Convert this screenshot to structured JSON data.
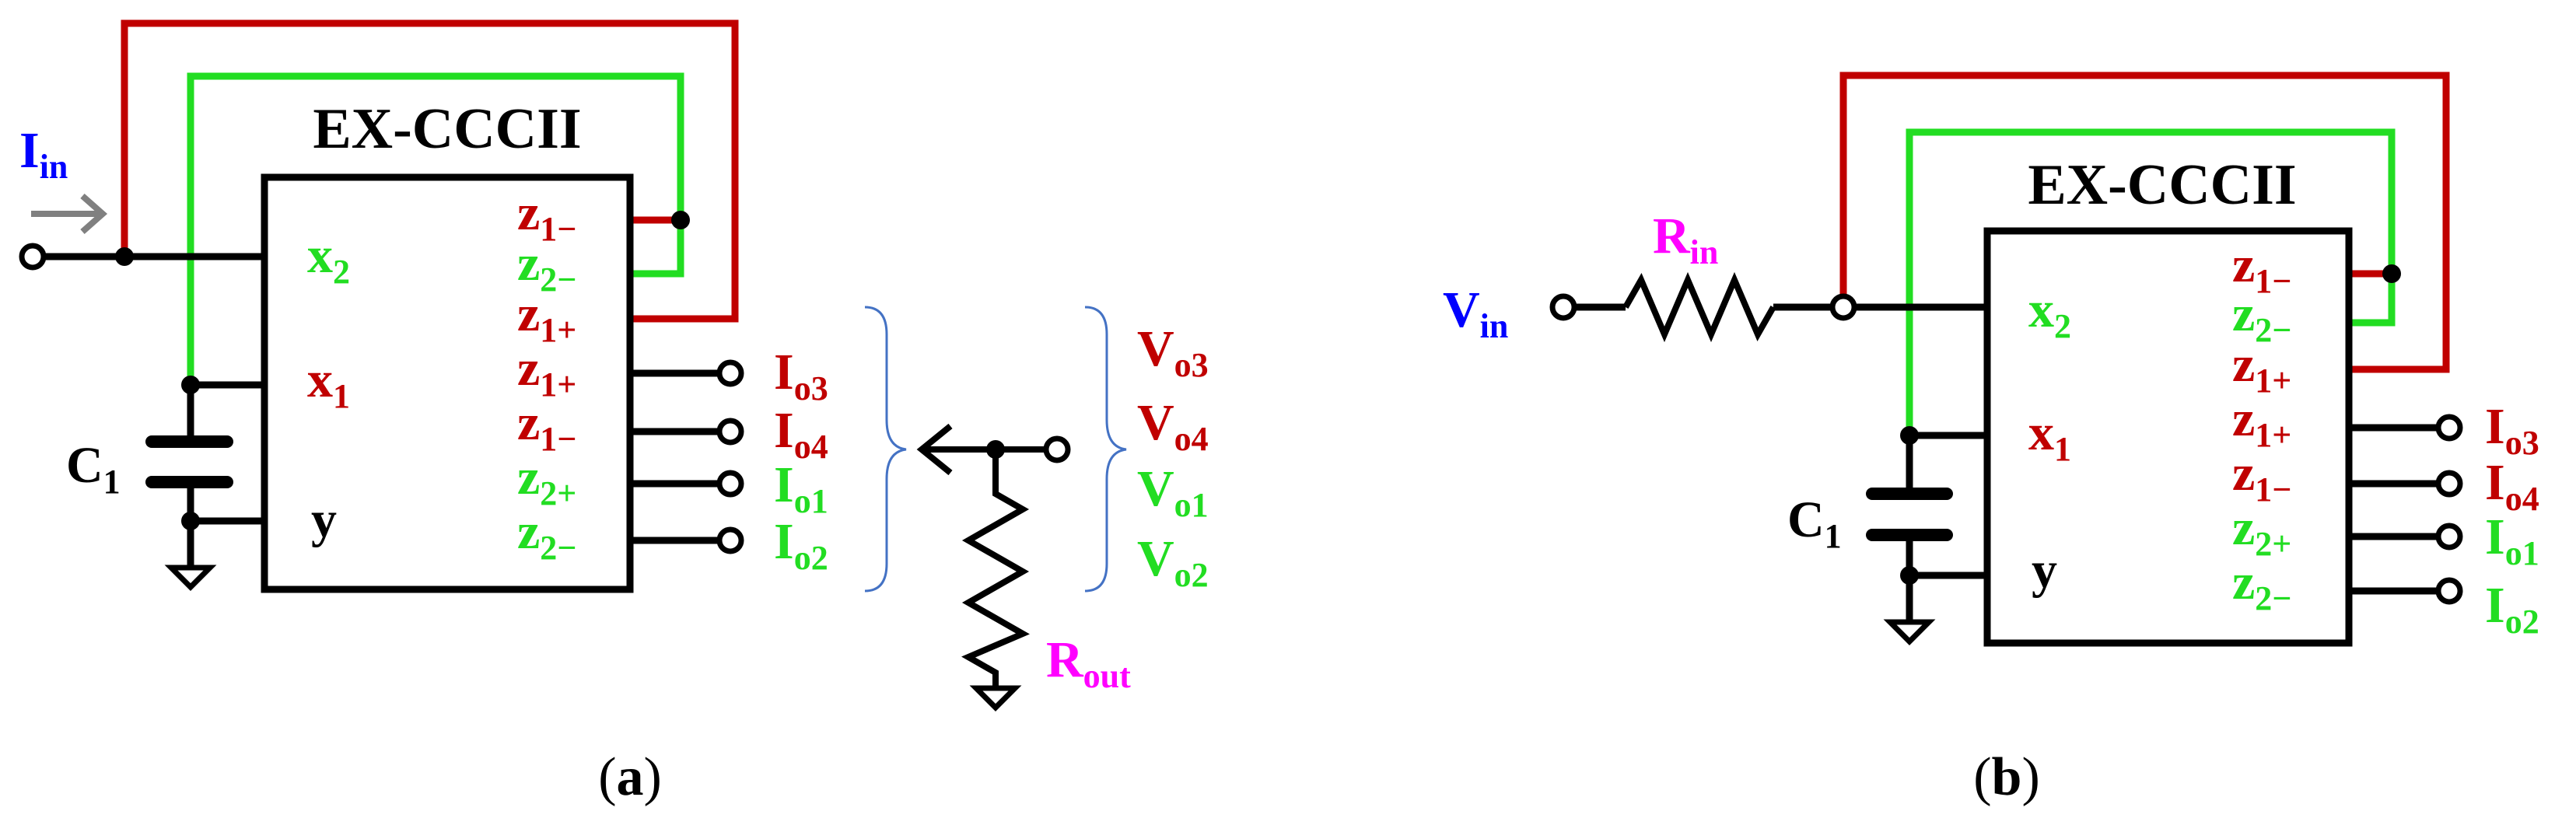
{
  "colors": {
    "red": "#c00000",
    "green": "#22dd22",
    "blue": "#0000ff",
    "magenta": "#ff00ff",
    "black": "#000000",
    "gray": "#808080",
    "brace": "#4472c4"
  },
  "block_title": "EX-CCCII",
  "pins": {
    "x2": {
      "main": "x",
      "sub": "2"
    },
    "x1": {
      "main": "x",
      "sub": "1"
    },
    "y": "y",
    "z1m": {
      "main": "z",
      "sub": "1−"
    },
    "z2m": {
      "main": "z",
      "sub": "2−"
    },
    "z1p": {
      "main": "z",
      "sub": "1+"
    },
    "z2p": {
      "main": "z",
      "sub": "2+"
    }
  },
  "outputs": {
    "Io3": {
      "main": "I",
      "sub": "o3"
    },
    "Io4": {
      "main": "I",
      "sub": "o4"
    },
    "Io1": {
      "main": "I",
      "sub": "o1"
    },
    "Io2": {
      "main": "I",
      "sub": "o2"
    },
    "Vo3": {
      "main": "V",
      "sub": "o3"
    },
    "Vo4": {
      "main": "V",
      "sub": "o4"
    },
    "Vo1": {
      "main": "V",
      "sub": "o1"
    },
    "Vo2": {
      "main": "V",
      "sub": "o2"
    }
  },
  "sources": {
    "Iin": {
      "main": "I",
      "sub": "in"
    },
    "Vin": {
      "main": "V",
      "sub": "in"
    },
    "Rin": {
      "main": "R",
      "sub": "in"
    },
    "Rout": {
      "main": "R",
      "sub": "out"
    },
    "C1": {
      "main": "C",
      "sub": "1"
    }
  },
  "captions": {
    "a": {
      "open": "(",
      "letter": "a",
      "close": ")"
    },
    "b": {
      "open": "(",
      "letter": "b",
      "close": ")"
    }
  }
}
